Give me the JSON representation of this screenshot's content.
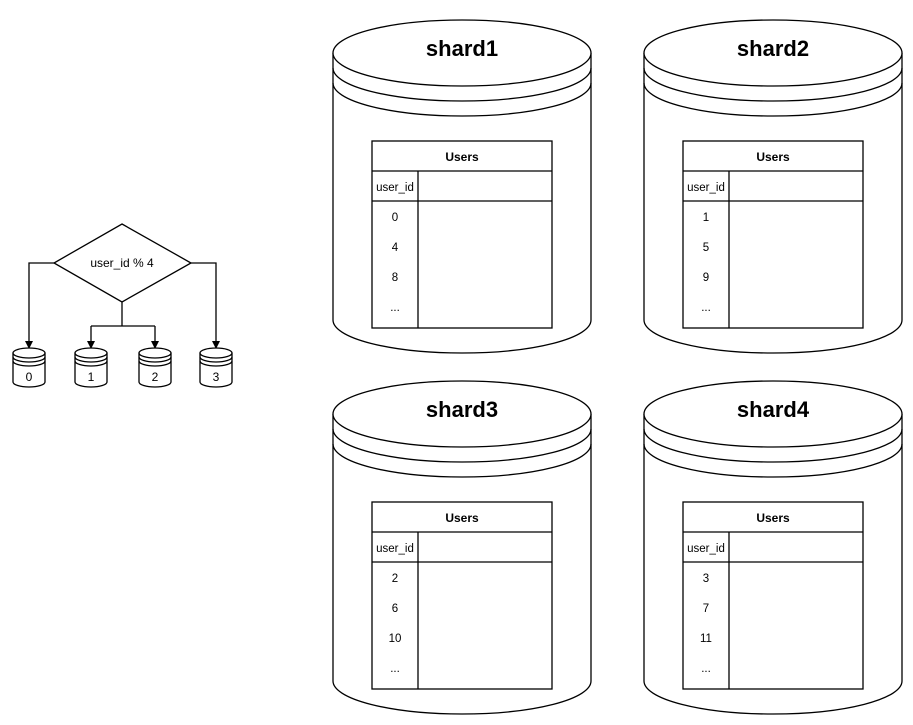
{
  "router": {
    "expression": "user_id % 4",
    "targets": [
      "0",
      "1",
      "2",
      "3"
    ]
  },
  "shards": [
    {
      "name": "shard1",
      "table": {
        "title": "Users",
        "column": "user_id",
        "rows": [
          "0",
          "4",
          "8",
          "..."
        ]
      }
    },
    {
      "name": "shard2",
      "table": {
        "title": "Users",
        "column": "user_id",
        "rows": [
          "1",
          "5",
          "9",
          "..."
        ]
      }
    },
    {
      "name": "shard3",
      "table": {
        "title": "Users",
        "column": "user_id",
        "rows": [
          "2",
          "6",
          "10",
          "..."
        ]
      }
    },
    {
      "name": "shard4",
      "table": {
        "title": "Users",
        "column": "user_id",
        "rows": [
          "3",
          "7",
          "11",
          "..."
        ]
      }
    }
  ]
}
